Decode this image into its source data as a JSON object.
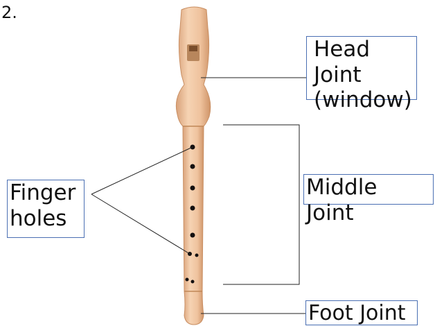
{
  "question_number": "2.",
  "labels": {
    "head_joint": {
      "line1": "Head Joint",
      "line2": "(window)"
    },
    "middle_joint": "Middle Joint",
    "finger_holes": {
      "line1": "Finger",
      "line2": "holes"
    },
    "foot_joint": "Foot Joint"
  },
  "colors": {
    "recorder_wood": "#eec19a",
    "recorder_shadow": "#d79e72",
    "hole": "#141010",
    "label_border": "#4a6fb3",
    "leader_line": "#222222"
  }
}
